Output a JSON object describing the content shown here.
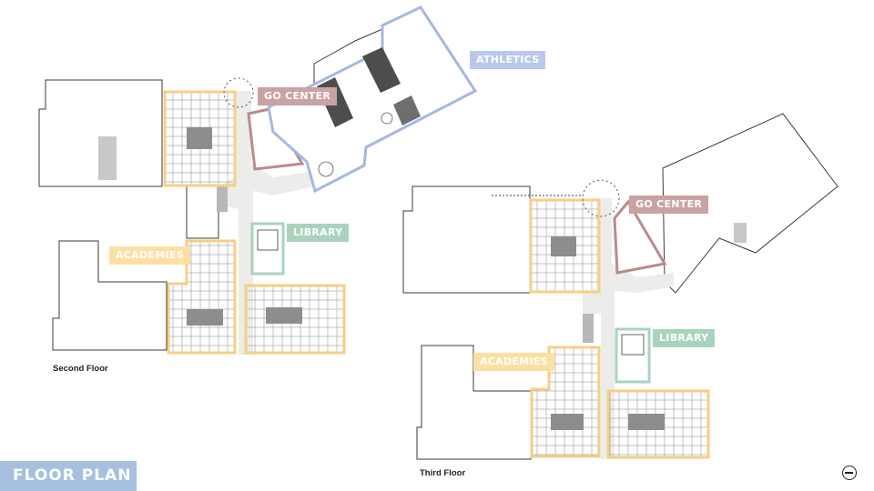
{
  "title": "FLOOR PLAN",
  "colors": {
    "academies": "#f6cf84",
    "go_center": "#b98b8b",
    "athletics": "#a6b7e2",
    "library": "#a9d3bd",
    "corridor": "#ececea",
    "outline": "#3a3a3a",
    "banner": "#a7c0df"
  },
  "floors": [
    {
      "caption": "Second Floor",
      "labels": {
        "academies": "ACADEMIES",
        "go_center": "GO CENTER",
        "athletics": "ATHLETICS",
        "library": "LIBRARY"
      }
    },
    {
      "caption": "Third Floor",
      "labels": {
        "academies": "ACADEMIES",
        "go_center": "GO CENTER",
        "library": "LIBRARY"
      }
    }
  ],
  "icons": {
    "north_arrow": "compass-icon"
  }
}
